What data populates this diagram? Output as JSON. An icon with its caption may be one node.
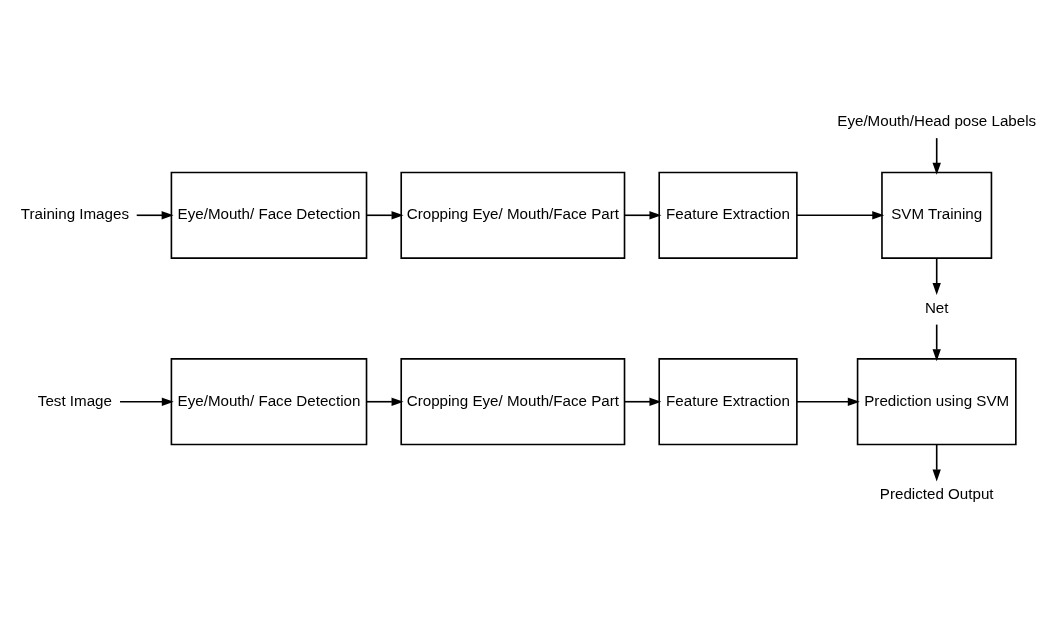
{
  "diagram": {
    "nodes": [
      {
        "text": [
          "Training Images"
        ]
      },
      {
        "text": [
          "Eye/Mouth/ Face Detection"
        ]
      },
      {
        "text": [
          "Cropping Eye/ Mouth/Face Part"
        ]
      },
      {
        "text": [
          "Feature Extraction"
        ]
      },
      {
        "text": [
          "SVM Training"
        ]
      },
      {
        "text": [
          "Eye/Mouth/Head pose Labels"
        ]
      },
      {
        "text": [
          "Net"
        ]
      },
      {
        "text": [
          "Test Image"
        ]
      },
      {
        "text": [
          "Eye/Mouth/ Face Detection"
        ]
      },
      {
        "text": [
          "Cropping Eye/ Mouth/Face Part"
        ]
      },
      {
        "text": [
          "Feature Extraction"
        ]
      },
      {
        "text": [
          "Prediction using SVM"
        ]
      },
      {
        "text": [
          "Predicted Output"
        ]
      }
    ],
    "edges": [
      {
        "from": 0,
        "to": 1,
        "arrow": "to"
      },
      {
        "from": 1,
        "to": 2,
        "arrow": "to"
      },
      {
        "from": 2,
        "to": 3,
        "arrow": "to"
      },
      {
        "from": 3,
        "to": 4,
        "arrow": "to"
      },
      {
        "from": 5,
        "to": 4,
        "arrow": "to"
      },
      {
        "from": 4,
        "to": 6,
        "arrow": "to"
      },
      {
        "from": 6,
        "to": 11,
        "arrow": "to"
      },
      {
        "from": 7,
        "to": 8,
        "arrow": "to"
      },
      {
        "from": 8,
        "to": 9,
        "arrow": "to"
      },
      {
        "from": 9,
        "to": 10,
        "arrow": "to"
      },
      {
        "from": 10,
        "to": 11,
        "arrow": "to"
      },
      {
        "from": 11,
        "to": 12,
        "arrow": "to"
      }
    ]
  }
}
